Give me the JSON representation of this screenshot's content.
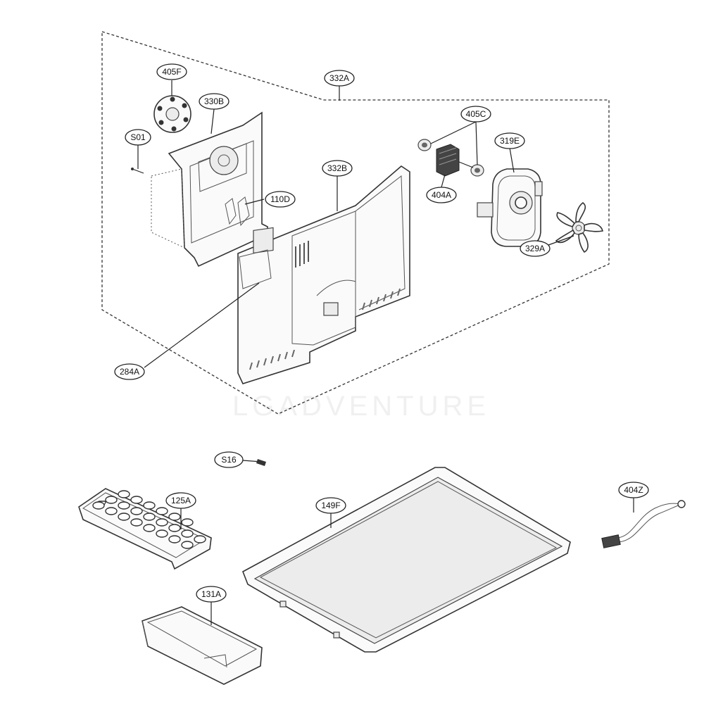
{
  "parts": [
    {
      "id": "p405F",
      "label": "405F"
    },
    {
      "id": "p332A",
      "label": "332A"
    },
    {
      "id": "p330B",
      "label": "330B"
    },
    {
      "id": "pS01",
      "label": "S01"
    },
    {
      "id": "p405C",
      "label": "405C"
    },
    {
      "id": "p319E",
      "label": "319E"
    },
    {
      "id": "p332B",
      "label": "332B"
    },
    {
      "id": "p110D",
      "label": "110D"
    },
    {
      "id": "p404A",
      "label": "404A"
    },
    {
      "id": "p329A",
      "label": "329A"
    },
    {
      "id": "p284A",
      "label": "284A"
    },
    {
      "id": "pS16",
      "label": "S16"
    },
    {
      "id": "p404Z",
      "label": "404Z"
    },
    {
      "id": "p125A",
      "label": "125A"
    },
    {
      "id": "p149F",
      "label": "149F"
    },
    {
      "id": "p131A",
      "label": "131A"
    }
  ],
  "watermark": "LGADVENTURE"
}
